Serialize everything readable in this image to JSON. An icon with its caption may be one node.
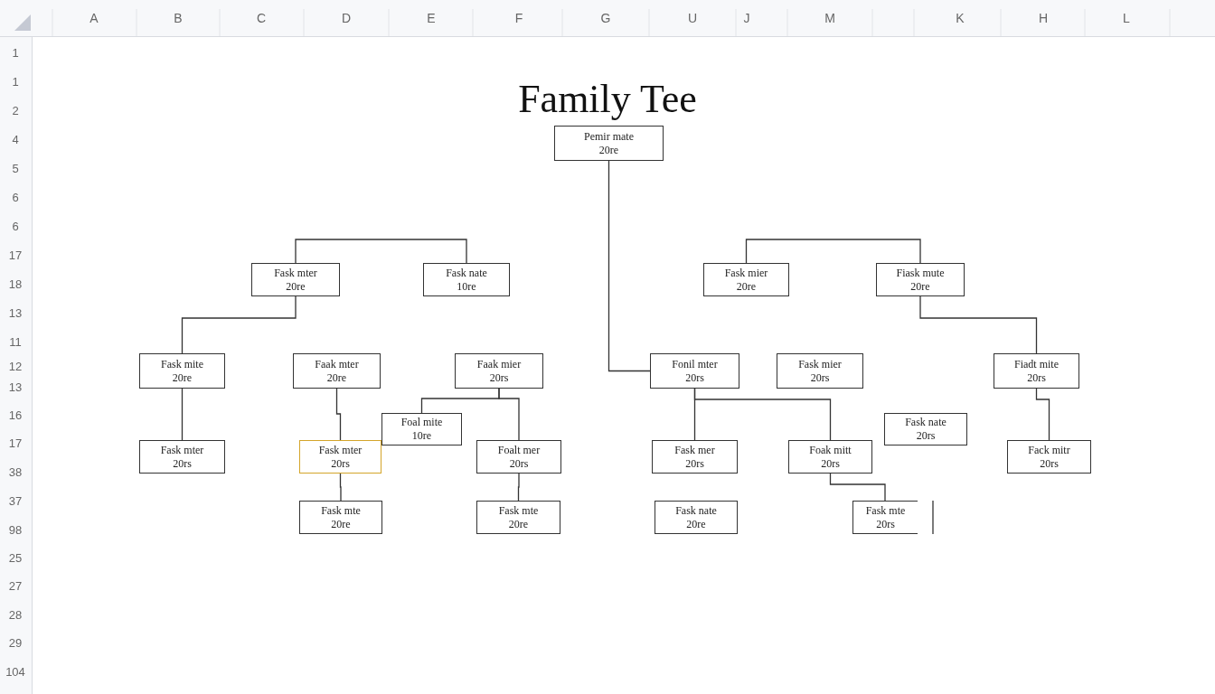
{
  "diagram": {
    "title": "Family Tee",
    "nodes": [
      {
        "text": [
          "Pemir mate",
          "20re"
        ]
      },
      {
        "text": [
          "Fask mter",
          "20re"
        ]
      },
      {
        "text": [
          "Fask nate",
          "10re"
        ]
      },
      {
        "text": [
          "Fask mier",
          "20re"
        ]
      },
      {
        "text": [
          "Fiask mute",
          "20re"
        ]
      },
      {
        "text": [
          "Fask mite",
          "20re"
        ]
      },
      {
        "text": [
          "Faak mter",
          "20re"
        ]
      },
      {
        "text": [
          "Faak mier",
          "20rs"
        ]
      },
      {
        "text": [
          "Fonil mter",
          "20rs"
        ]
      },
      {
        "text": [
          "Fask mier",
          "20rs"
        ]
      },
      {
        "text": [
          "Fiadt mite",
          "20rs"
        ]
      },
      {
        "text": [
          "Foal mite",
          "10re"
        ]
      },
      {
        "text": [
          "Fask nate",
          "20rs"
        ]
      },
      {
        "text": [
          "Fask mter",
          "20rs"
        ]
      },
      {
        "text": [
          "Fask mter",
          "20rs"
        ]
      },
      {
        "text": [
          "Foalt mer",
          "20rs"
        ]
      },
      {
        "text": [
          "Fask mer",
          "20rs"
        ]
      },
      {
        "text": [
          "Foak mitt",
          "20rs"
        ]
      },
      {
        "text": [
          "Fack mitr",
          "20rs"
        ]
      },
      {
        "text": [
          "Fask mte",
          "20re"
        ]
      },
      {
        "text": [
          "Fask mte",
          "20re"
        ]
      },
      {
        "text": [
          "Fask nate",
          "20re"
        ]
      },
      {
        "text": [
          "Fask mte",
          "20rs"
        ]
      }
    ],
    "edges": [
      {
        "from": 0,
        "to": 8,
        "arrow": "none"
      },
      {
        "from": 1,
        "to": 2,
        "arrow": "none"
      },
      {
        "from": 3,
        "to": 4,
        "arrow": "none"
      },
      {
        "from": 1,
        "to": 5,
        "arrow": "none"
      },
      {
        "from": 4,
        "to": 10,
        "arrow": "none"
      },
      {
        "from": 5,
        "to": 13,
        "arrow": "none"
      },
      {
        "from": 6,
        "to": 14,
        "arrow": "none"
      },
      {
        "from": 7,
        "to": 11,
        "arrow": "none"
      },
      {
        "from": 7,
        "to": 15,
        "arrow": "none"
      },
      {
        "from": 8,
        "to": 16,
        "arrow": "none"
      },
      {
        "from": 8,
        "to": 17,
        "arrow": "none"
      },
      {
        "from": 10,
        "to": 18,
        "arrow": "none"
      },
      {
        "from": 14,
        "to": 19,
        "arrow": "none"
      },
      {
        "from": 15,
        "to": 20,
        "arrow": "none"
      },
      {
        "from": 17,
        "to": 22,
        "arrow": "none"
      }
    ],
    "labels": [
      "A",
      "B",
      "C",
      "D",
      "E",
      "F",
      "G",
      "U",
      "J",
      "M",
      "K",
      "H",
      "L",
      "1",
      "1",
      "2",
      "4",
      "5",
      "6",
      "6",
      "17",
      "18",
      "13",
      "11",
      "12",
      "13",
      "16",
      "17",
      "38",
      "37",
      "98",
      "25",
      "27",
      "28",
      "29",
      "104"
    ]
  }
}
